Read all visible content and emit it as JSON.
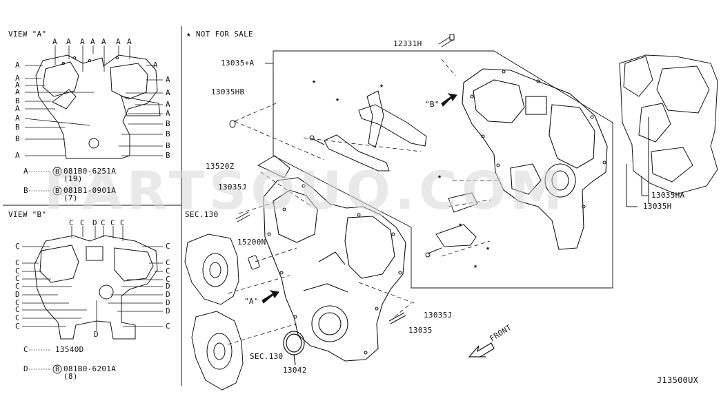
{
  "watermark": "PARTSOUQ.COM",
  "diagram_code": "J13500UX",
  "not_for_sale": "NOT FOR SALE",
  "view_a": {
    "title": "VIEW \"A\"",
    "top_letters": [
      "A",
      "A",
      "A",
      "A",
      "A",
      "A",
      "A"
    ],
    "left_letters": [
      "A",
      "A",
      "A",
      "A",
      "B",
      "A",
      "A",
      "B",
      "B",
      "A"
    ],
    "right_letters": [
      "A",
      "A",
      "A",
      "A",
      "A",
      "B",
      "B",
      "B",
      "B"
    ],
    "legend": [
      {
        "key": "A",
        "part": "081B0-6251A",
        "qty": "(19)"
      },
      {
        "key": "B",
        "part": "081B1-0901A",
        "qty": "(7)"
      }
    ]
  },
  "view_b": {
    "title": "VIEW \"B\"",
    "top_letters": [
      "C",
      "C",
      "D",
      "C",
      "C",
      "C"
    ],
    "left_letters": [
      "C",
      "C",
      "C",
      "C",
      "C",
      "D",
      "C",
      "C",
      "C",
      "C"
    ],
    "right_letters": [
      "C",
      "C",
      "C",
      "C",
      "D",
      "D",
      "D",
      "D",
      "C"
    ],
    "bottom_letter": "D",
    "legend": [
      {
        "key": "C",
        "part": "13540D",
        "qty": ""
      },
      {
        "key": "D",
        "part": "081B0-6201A",
        "qty": "(8)"
      }
    ]
  },
  "callouts": {
    "p12331h": "12331H",
    "p13035a": "13035+A",
    "p13035hb": "13035HB",
    "p13520z": "13520Z",
    "p13035j_top": "13035J",
    "sec130_top": "SEC.130",
    "p15200n": "15200N",
    "sec130_bottom": "SEC.130",
    "p13042": "13042",
    "p13035": "13035",
    "p13035j_bottom": "13035J",
    "p13035ha": "13035HA",
    "p13035h": "13035H",
    "view_a_marker": "\"A\"",
    "view_b_marker": "\"B\"",
    "front": "FRONT"
  },
  "circled_marker": "B"
}
